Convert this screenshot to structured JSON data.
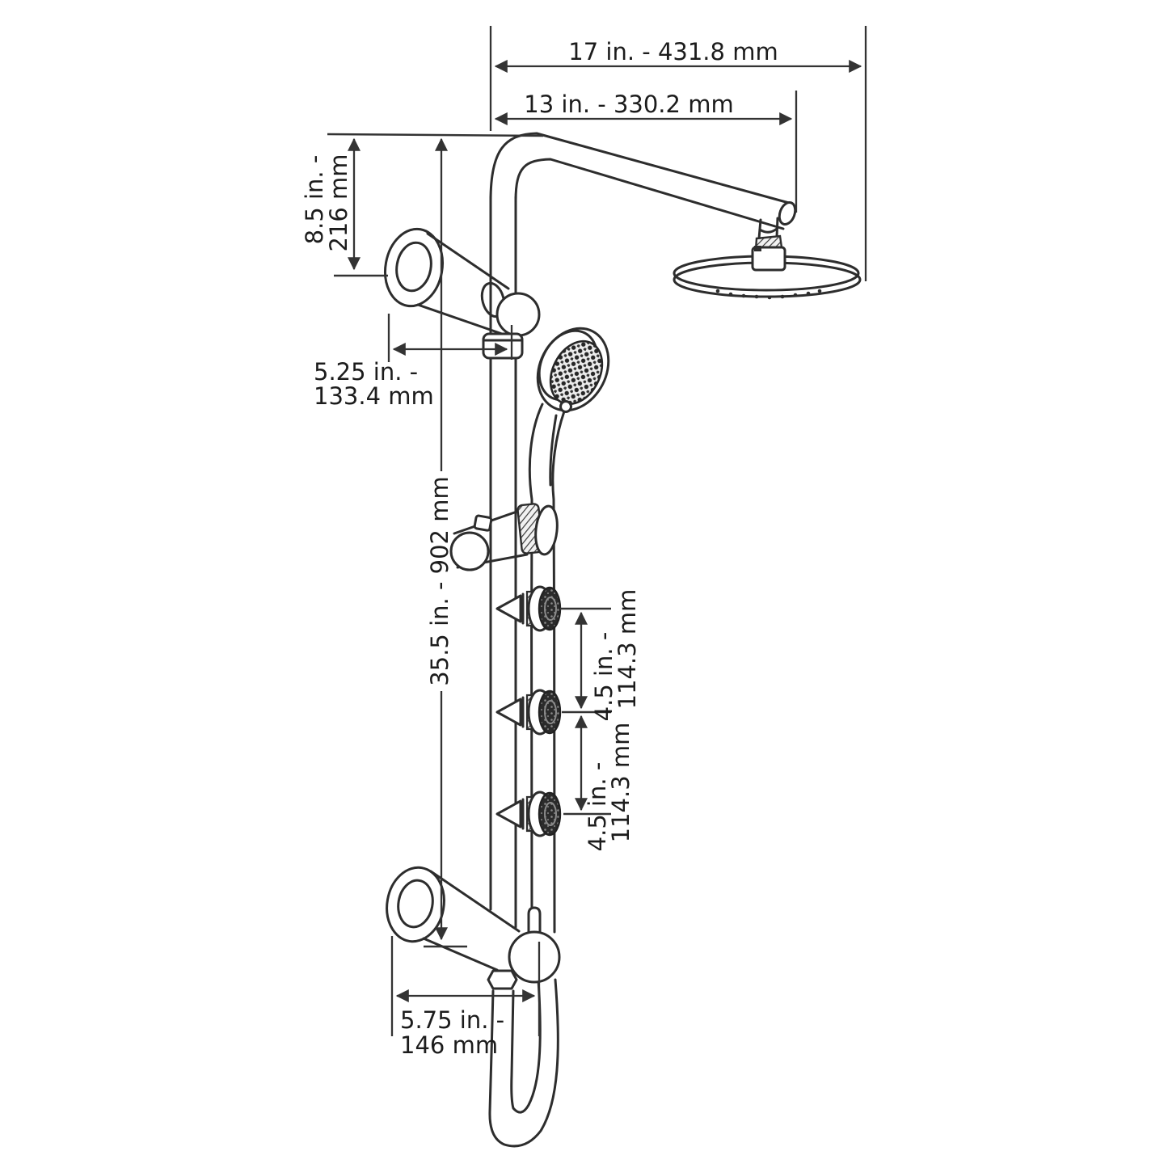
{
  "diagram": {
    "background": "#ffffff",
    "line_color": "#2d2d2d",
    "subject": "shower-system-dimension-drawing",
    "parts": [
      "rain-shower-head",
      "shower-arm",
      "riser-rail",
      "upper-wall-bracket",
      "hand-shower",
      "slider-bracket",
      "body-jet-top",
      "body-jet-middle",
      "body-jet-bottom",
      "diverter-valve",
      "shower-hose"
    ],
    "dimensions": {
      "arm_width_total": "17 in. - 431.8 mm",
      "arm_width_inner": "13 in. - 330.2 mm",
      "arm_rise_line1": "8.5 in. -",
      "arm_rise_line2": "216 mm",
      "bracket_offset_line1": "5.25 in. -",
      "bracket_offset_line2": "133.4 mm",
      "rail_length": "35.5 in. - 902 mm",
      "jet_gap_top_line1": "4.5 in. -",
      "jet_gap_top_line2": "114.3 mm",
      "jet_gap_bottom_line1": "4.5 in. -",
      "jet_gap_bottom_line2": "114.3 mm",
      "valve_offset_line1": "5.75 in. -",
      "valve_offset_line2": "146 mm"
    }
  }
}
